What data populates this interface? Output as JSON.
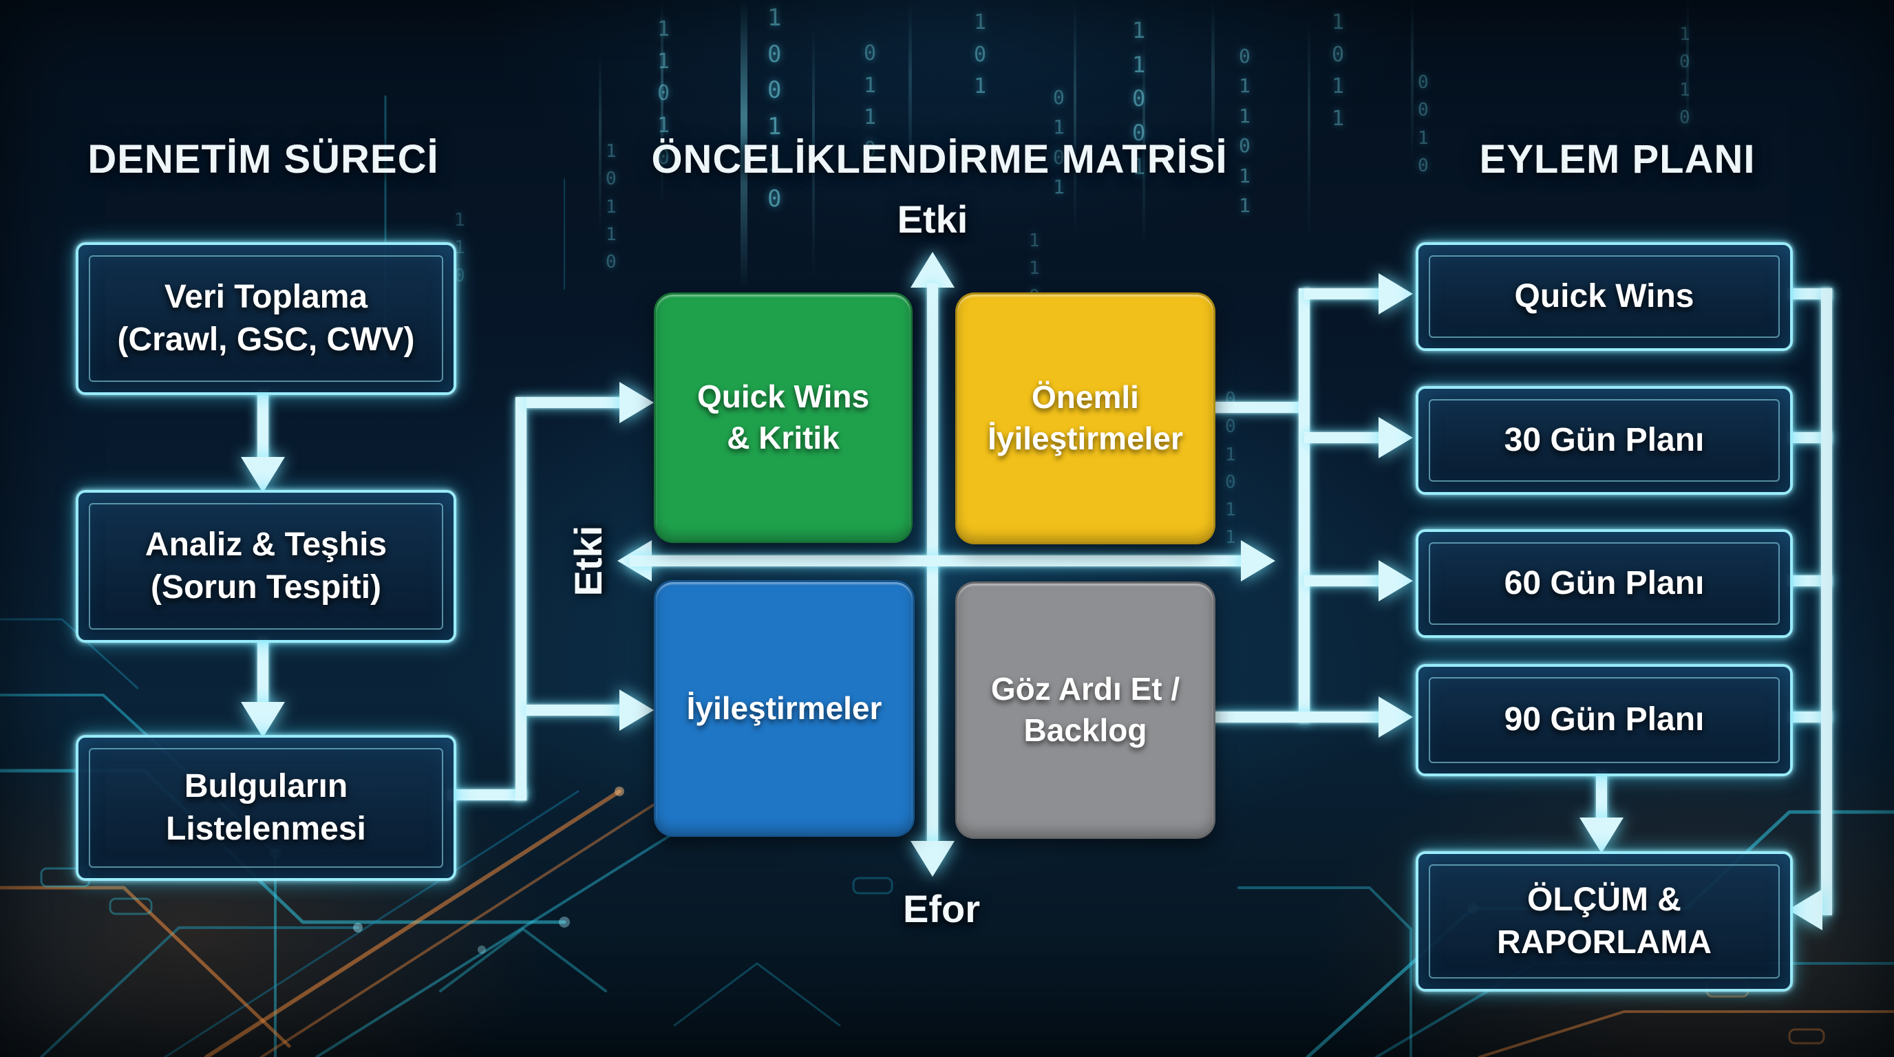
{
  "titles": {
    "audit": "DENETİM SÜRECİ",
    "matrix": "ÖNCELİKLENDİRME MATRİSİ",
    "plan": "EYLEM PLANI"
  },
  "audit_flow": {
    "step1": "Veri Toplama\n(Crawl, GSC, CWV)",
    "step2": "Analiz & Teşhis\n(Sorun Tespiti)",
    "step3": "Bulguların\nListelenmesi"
  },
  "matrix": {
    "impact_label_top": "Etki",
    "impact_label_left": "Etki",
    "effort_label": "Efor",
    "quadrants": {
      "top_left": {
        "label": "Quick Wins\n& Kritik",
        "color": "#1fa14c"
      },
      "top_right": {
        "label": "Önemli\nİyileştirmeler",
        "color": "#f2c01a"
      },
      "bottom_left": {
        "label": "İyileştirmeler",
        "color": "#1f76c5"
      },
      "bottom_right": {
        "label": "Göz Ardı Et /\nBacklog",
        "color": "#8e8f92"
      }
    }
  },
  "action_plan": {
    "item1": "Quick Wins",
    "item2": "30 Gün Planı",
    "item3": "60 Gün Planı",
    "item4": "90 Gün Planı",
    "item5": "ÖLÇÜM &\nRAPORLAMA"
  },
  "colors": {
    "connector_line": "#d8f7fd",
    "box_border": "#9aecfb",
    "box_fill": "#0a2540",
    "glow": "#46d8f6",
    "background": "#07182b"
  },
  "background": {
    "binary_columns": [
      "1\n1\n0\n1\n0",
      "1\n0\n0\n1\n1\n0",
      "0\n1\n1\n0",
      "1\n0\n1",
      "0\n1\n0\n1",
      "1\n1\n0\n0\n1",
      "0\n1\n1\n0\n1\n1",
      "1\n0\n1\n1",
      "0\n0\n1\n0",
      "1\n0\n1\n1\n0",
      "0\n0\n1\n0\n1\n1",
      "1\n1\n0",
      "1\n0\n1\n0",
      "1\n1\n0\n1"
    ]
  }
}
